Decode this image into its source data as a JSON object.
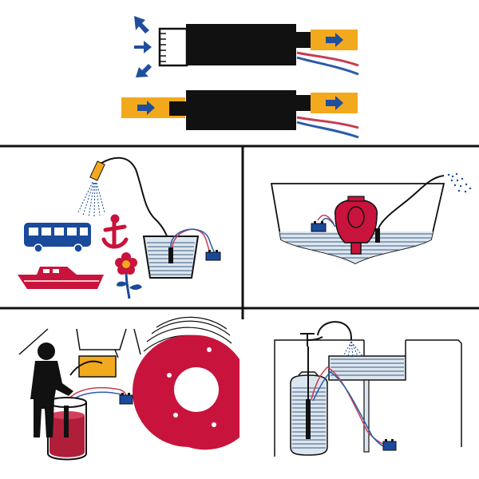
{
  "colors": {
    "orange": "#F2A91E",
    "arrow_blue": "#1F4E9C",
    "black": "#111111",
    "red": "#C8143C",
    "navy": "#1A4A9A",
    "water": "#DCE6F0",
    "water_line": "#3C5A7A",
    "wire_red": "#C83C50",
    "wire_blue": "#2A5CA8",
    "frame": "#111111"
  },
  "panels": [
    {
      "id": "top",
      "icons": [
        "inflow-arrows-icon",
        "pump-with-inlet-filter",
        "inline-pump",
        "wires"
      ]
    },
    {
      "id": "middle-left",
      "icons": [
        "spray-nozzle-icon",
        "bus-icon",
        "anchor-icon",
        "boat-icon",
        "flower-icon",
        "bucket-icon",
        "battery-icon"
      ]
    },
    {
      "id": "middle-right",
      "icons": [
        "boat-hull-icon",
        "outboard-engine-icon",
        "battery-icon",
        "spray-icon"
      ]
    },
    {
      "id": "bottom-left",
      "icons": [
        "person-icon",
        "oil-container-icon",
        "car-battery-icon",
        "brake-disc-icon"
      ]
    },
    {
      "id": "bottom-right",
      "icons": [
        "tap-icon",
        "water-canister-icon",
        "sink-tank-icon",
        "battery-icon"
      ]
    }
  ]
}
